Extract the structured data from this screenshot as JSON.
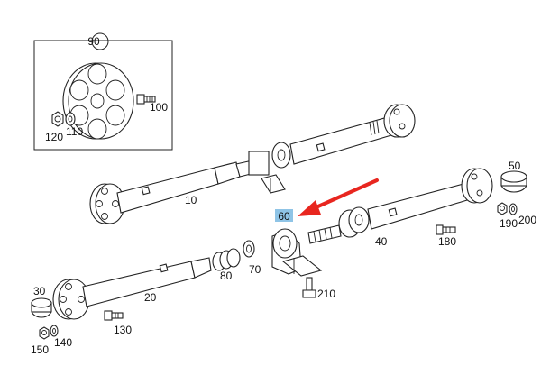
{
  "callouts": {
    "c90": "90",
    "c100": "100",
    "c120": "120",
    "c110": "110",
    "c10": "10",
    "c20": "20",
    "c30": "30",
    "c40": "40",
    "c50": "50",
    "c60": "60",
    "c70": "70",
    "c80": "80",
    "c130": "130",
    "c140": "140",
    "c150": "150",
    "c180": "180",
    "c190": "190",
    "c200": "200",
    "c210": "210"
  },
  "highlight": {
    "part": "60",
    "color": "#8fc4e6"
  },
  "arrow_color": "#e8261f"
}
